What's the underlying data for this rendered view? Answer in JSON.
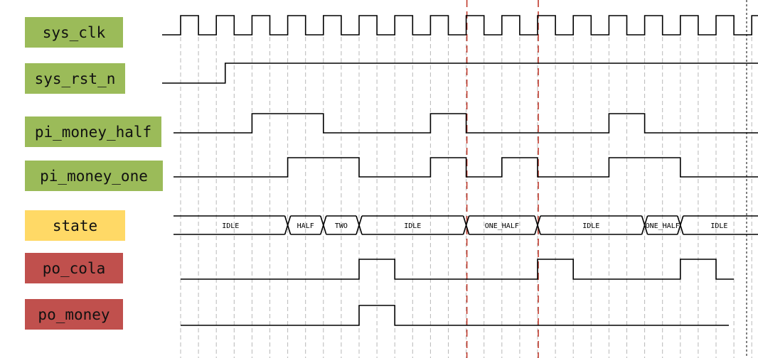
{
  "colors": {
    "clock_group": "#9bbb59",
    "state_group": "#ffd966",
    "output_group": "#c0504d",
    "marker": "#c0392b"
  },
  "signals": [
    {
      "id": "sys_clk",
      "label": "sys_clk",
      "color": "#9bbb59"
    },
    {
      "id": "sys_rst_n",
      "label": "sys_rst_n",
      "color": "#9bbb59"
    },
    {
      "id": "pi_money_half",
      "label": "pi_money_half",
      "color": "#9bbb59"
    },
    {
      "id": "pi_money_one",
      "label": "pi_money_one",
      "color": "#9bbb59"
    },
    {
      "id": "state",
      "label": "state",
      "color": "#ffd966"
    },
    {
      "id": "po_cola",
      "label": "po_cola",
      "color": "#c0504d"
    },
    {
      "id": "po_money",
      "label": "po_money",
      "color": "#c0504d"
    }
  ],
  "chart_data": {
    "type": "timing",
    "clock_cycles": 16,
    "clock_period_cycles": 1,
    "reset_release_cycle": 1.25,
    "waves": {
      "pi_money_half": [
        [
          2,
          4
        ],
        [
          7,
          8
        ],
        [
          12,
          13
        ]
      ],
      "pi_money_one": [
        [
          3,
          5
        ],
        [
          7,
          8
        ],
        [
          9,
          10
        ],
        [
          12,
          14
        ]
      ],
      "po_cola": [
        [
          5,
          6
        ],
        [
          10,
          11
        ],
        [
          14,
          15
        ]
      ],
      "po_money": [
        [
          5,
          6
        ]
      ]
    },
    "state_segments": [
      {
        "from": 0,
        "to": 3,
        "text": "IDLE"
      },
      {
        "from": 3,
        "to": 4,
        "text": "HALF"
      },
      {
        "from": 4,
        "to": 5,
        "text": "TWO"
      },
      {
        "from": 5,
        "to": 8,
        "text": "IDLE"
      },
      {
        "from": 8,
        "to": 10,
        "text": "ONE_HALF"
      },
      {
        "from": 10,
        "to": 13,
        "text": "IDLE"
      },
      {
        "from": 13,
        "to": 14,
        "text": "ONE_HALF"
      },
      {
        "from": 14,
        "to": 16,
        "text": "IDLE"
      }
    ],
    "red_markers": [
      8,
      10
    ]
  }
}
